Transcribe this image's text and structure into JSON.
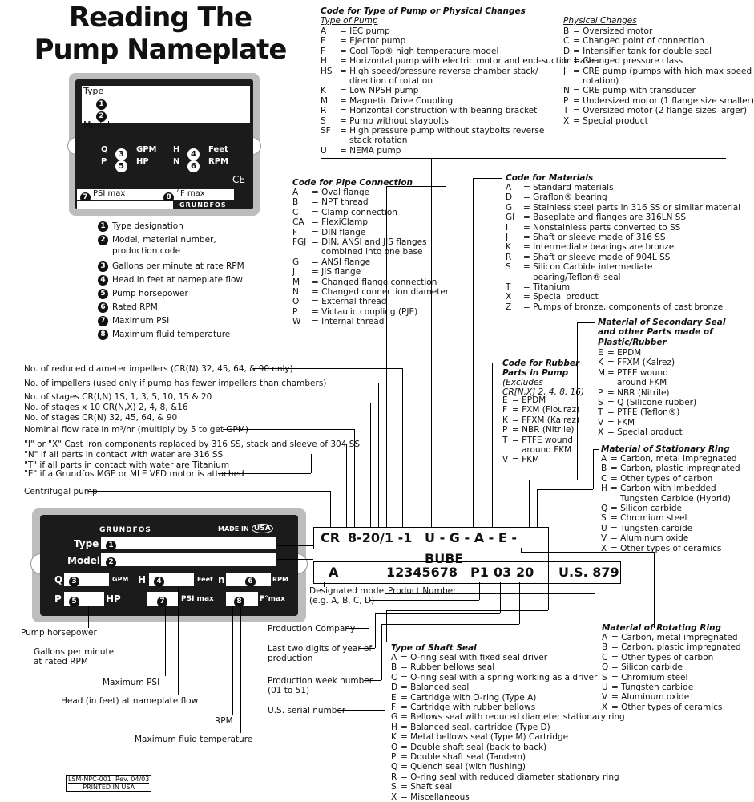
{
  "title": {
    "line1": "Reading The",
    "line2": "Pump Nameplate"
  },
  "plate_top": {
    "type": "Type",
    "model": "Model",
    "q": "Q",
    "gpm": "GPM",
    "h": "H",
    "feet": "Feet",
    "p": "P",
    "hp": "HP",
    "n": "N",
    "rpm": "RPM",
    "ce": "CE",
    "psi_max": "PSI max",
    "f_max": "°F max",
    "brand": "GRUNDFOS",
    "n1": "1",
    "n2": "2",
    "n3": "3",
    "n4": "4",
    "n5": "5",
    "n6": "6",
    "n7": "7",
    "n8": "8"
  },
  "legend": [
    {
      "num": "1",
      "text": "Type designation"
    },
    {
      "num": "2",
      "text": "Model, material number,"
    },
    {
      "num": "",
      "text": "production code"
    },
    {
      "num": "3",
      "text": "Gallons per minute at rate RPM"
    },
    {
      "num": "4",
      "text": "Head in feet at nameplate flow"
    },
    {
      "num": "5",
      "text": "Pump horsepower"
    },
    {
      "num": "6",
      "text": "Rated RPM"
    },
    {
      "num": "7",
      "text": "Maximum PSI"
    },
    {
      "num": "8",
      "text": "Maximum fluid temperature"
    }
  ],
  "pump_type": {
    "heading": "Code for Type of Pump or Physical Changes",
    "sub1": "Type of Pump",
    "sub2": "Physical Changes",
    "left": [
      [
        "A",
        "= IEC pump"
      ],
      [
        "E",
        "= Ejector pump"
      ],
      [
        "F",
        "= Cool Top® high temperature model"
      ],
      [
        "H",
        "= Horizontal pump with electric motor and end-suction base"
      ],
      [
        "HS",
        "= High speed/pressure reverse chamber stack/"
      ],
      [
        "",
        "direction of rotation"
      ],
      [
        "K",
        "= Low NPSH pump"
      ],
      [
        "M",
        "= Magnetic Drive Coupling"
      ],
      [
        "R",
        "= Horizontal construction with bearing bracket"
      ],
      [
        "S",
        "= Pump without staybolts"
      ],
      [
        "SF",
        "= High pressure pump without staybolts reverse"
      ],
      [
        "",
        "stack rotation"
      ],
      [
        "U",
        "= NEMA pump"
      ]
    ],
    "right": [
      [
        "B",
        "= Oversized motor"
      ],
      [
        "C",
        "= Changed point of connection"
      ],
      [
        "D",
        "= Intensifier tank for double seal"
      ],
      [
        "I",
        "= Changed pressure class"
      ],
      [
        "J",
        "= CRE pump (pumps with high max speed"
      ],
      [
        "",
        "rotation)"
      ],
      [
        "N",
        "= CRE pump with transducer"
      ],
      [
        "P",
        "= Undersized motor (1 flange size smaller)"
      ],
      [
        "T",
        "= Oversized motor (2 flange sizes larger)"
      ],
      [
        "X",
        "= Special product"
      ]
    ]
  },
  "pipe": {
    "heading": "Code for Pipe Connection",
    "items": [
      [
        "A",
        "= Oval flange"
      ],
      [
        "B",
        "= NPT thread"
      ],
      [
        "C",
        "= Clamp connection"
      ],
      [
        "CA",
        "= FlexiClamp"
      ],
      [
        "F",
        "= DIN flange"
      ],
      [
        "FGJ",
        "= DIN, ANSI and JIS flanges"
      ],
      [
        "",
        "combined into one base"
      ],
      [
        "G",
        "= ANSI flange"
      ],
      [
        "J",
        "= JIS flange"
      ],
      [
        "M",
        "= Changed flange connection"
      ],
      [
        "N",
        "= Changed connection diameter"
      ],
      [
        "O",
        "= External thread"
      ],
      [
        "P",
        "= Victaulic coupling (PJE)"
      ],
      [
        "W",
        "= Internal thread"
      ]
    ]
  },
  "materials": {
    "heading": "Code for Materials",
    "items": [
      [
        "A",
        "= Standard materials"
      ],
      [
        "D",
        "= Graflon® bearing"
      ],
      [
        "G",
        "= Stainless steel parts in 316 SS or similar material"
      ],
      [
        "GI",
        "= Baseplate and flanges are 316LN SS"
      ],
      [
        "I",
        "= Nonstainless parts converted to SS"
      ],
      [
        "J",
        "= Shaft or sleeve made of 316 SS"
      ],
      [
        "K",
        "= Intermediate bearings are bronze"
      ],
      [
        "R",
        "= Shaft or sleeve made of 904L SS"
      ],
      [
        "S",
        "= Silicon Carbide intermediate"
      ],
      [
        "",
        "bearing/Teflon® seal"
      ],
      [
        "T",
        "= Titanium"
      ],
      [
        "X",
        "= Special product"
      ],
      [
        "Z",
        "= Pumps of bronze, components of cast bronze"
      ]
    ]
  },
  "secondary": {
    "heading": [
      "Material of Secondary Seal",
      "and other Parts made of",
      "Plastic/Rubber"
    ],
    "items": [
      [
        "E",
        "= EPDM"
      ],
      [
        "K",
        "= FFXM (Kalrez)"
      ],
      [
        "M",
        "= PTFE wound"
      ],
      [
        "",
        "around FKM"
      ],
      [
        "P",
        "= NBR (Nitrile)"
      ],
      [
        "S",
        "= Q (Silicone rubber)"
      ],
      [
        "T",
        "= PTFE (Teflon®)"
      ],
      [
        "V",
        "= FKM"
      ],
      [
        "X",
        "= Special product"
      ]
    ]
  },
  "rubber": {
    "heading": [
      "Code for Rubber",
      "Parts in Pump"
    ],
    "excl": [
      "(Excludes",
      "CR[N,X] 2, 4, 8, 16)"
    ],
    "items": [
      [
        "E",
        "= EPDM"
      ],
      [
        "F",
        "= FXM (Flouraz)"
      ],
      [
        "K",
        "= FFXM (Kalrez)"
      ],
      [
        "P",
        "= NBR (Nitrile)"
      ],
      [
        "T",
        "= PTFE wound"
      ],
      [
        "",
        "around FKM"
      ],
      [
        "V",
        "= FKM"
      ]
    ]
  },
  "stationary": {
    "heading": "Material of Stationary Ring",
    "items": [
      [
        "A",
        "= Carbon, metal impregnated"
      ],
      [
        "B",
        "= Carbon, plastic impregnated"
      ],
      [
        "C",
        "= Other types of carbon"
      ],
      [
        "H",
        "= Carbon with imbedded"
      ],
      [
        "",
        "Tungsten Carbide (Hybrid)"
      ],
      [
        "Q",
        "= Silicon carbide"
      ],
      [
        "S",
        "= Chromium steel"
      ],
      [
        "U",
        "= Tungsten carbide"
      ],
      [
        "V",
        "= Aluminum oxide"
      ],
      [
        "X",
        "= Other types of ceramics"
      ]
    ]
  },
  "rotating": {
    "heading": "Material of Rotating Ring",
    "items": [
      [
        "A",
        "= Carbon, metal impregnated"
      ],
      [
        "B",
        "= Carbon, plastic impregnated"
      ],
      [
        "C",
        "= Other types of carbon"
      ],
      [
        "Q",
        "= Silicon carbide"
      ],
      [
        "S",
        "= Chromium steel"
      ],
      [
        "U",
        "= Tungsten carbide"
      ],
      [
        "V",
        "= Aluminum oxide"
      ],
      [
        "X",
        "= Other types of ceramics"
      ]
    ]
  },
  "shaft": {
    "heading": "Type of Shaft Seal",
    "items": [
      [
        "A",
        "= O-ring seal with fixed seal driver"
      ],
      [
        "B",
        "= Rubber bellows seal"
      ],
      [
        "C",
        "= O-ring seal with a spring working as a driver"
      ],
      [
        "D",
        "= Balanced seal"
      ],
      [
        "E",
        "= Cartridge with O-ring (Type A)"
      ],
      [
        "F",
        "= Cartridge with rubber bellows"
      ],
      [
        "G",
        "= Bellows seal with reduced diameter stationary ring"
      ],
      [
        "H",
        "= Balanced seal, cartridge (Type D)"
      ],
      [
        "K",
        "= Metal bellows seal (Type M) Cartridge"
      ],
      [
        "O",
        "= Double shaft seal (back to back)"
      ],
      [
        "P",
        "= Double shaft seal (Tandem)"
      ],
      [
        "Q",
        "= Quench seal (with flushing)"
      ],
      [
        "R",
        "= O-ring seal with reduced diameter stationary ring"
      ],
      [
        "S",
        "= Shaft seal"
      ],
      [
        "X",
        "= Miscellaneous"
      ]
    ]
  },
  "left_notes": {
    "reduced": "No. of reduced diameter impellers (CR(N) 32, 45, 64, & 90 only)",
    "impellers": "No. of impellers (used only if pump has fewer impellers than chambers)",
    "stages1": "No. of stages CR(I,N) 1S, 1, 3, 5, 10, 15 & 20",
    "stages2": "No. of stages x 10 CR(N,X) 2, 4, 8, &16",
    "stages3": "No. of stages CR(N) 32, 45, 64, & 90",
    "nominal": "Nominal flow rate in m³/hr (multiply by 5 to get GPM)",
    "iron1": "\"I\" or \"X\" Cast Iron components replaced by 316 SS, stack and sleeve of 304 SS",
    "iron2": "\"N\" if all parts in contact with water are 316 SS",
    "iron3": "\"T\" if all parts in contact with water are Titanium",
    "iron4": "\"E\" if a Grundfos MGE or MLE VFD motor is attached",
    "centrifugal": "Centrifugal pump"
  },
  "code_line": {
    "cr": "CR",
    "model": "8-20/1 -1",
    "rest": "U - G - A - E - BUBE"
  },
  "serial_line": {
    "a": "A",
    "pn": "12345678",
    "p1": "P1",
    "wk": "03",
    "yr": "20",
    "us": "U.S. 879"
  },
  "plate_bottom": {
    "brand": "GRUNDFOS",
    "made_in": "MADE IN",
    "usa": "USA",
    "type": "Type",
    "model": "Model",
    "q": "Q",
    "gpm": "GPM",
    "h": "H",
    "feet": "Feet",
    "n": "n",
    "rpm": "RPM",
    "p": "P",
    "hp": "HP",
    "psi": "PSI max",
    "fmax": "F°max",
    "n1": "1",
    "n2": "2",
    "n3": "3",
    "n4": "4",
    "n5": "5",
    "n6": "6",
    "n7": "7",
    "n8": "8"
  },
  "bottom_labels": {
    "designated": [
      "Designated model",
      "(e.g. A, B, C, D)"
    ],
    "product": "Product Number",
    "company": "Production Company",
    "year": [
      "Last two digits of year of",
      "production"
    ],
    "week": [
      "Production week number",
      "(01 to 51)"
    ],
    "serial": "U.S. serial number",
    "pump_hp": "Pump horsepower",
    "gallons": [
      "Gallons per minute",
      "at rated RPM"
    ],
    "max_psi": "Maximum PSI",
    "head": "Head (in feet) at nameplate flow",
    "rpm": "RPM",
    "max_temp": "Maximum fluid temperature"
  },
  "footer": {
    "code": "LSM-NPC-001",
    "rev": "Rev. 04/03",
    "printed": "PRINTED IN USA"
  }
}
